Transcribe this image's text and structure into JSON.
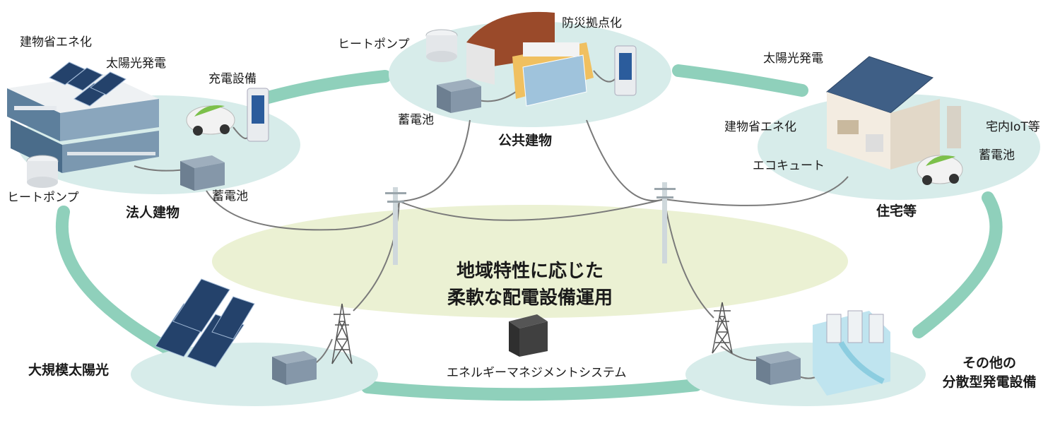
{
  "center": {
    "line1": "地域特性に応じた",
    "line2": "柔軟な配電設備運用",
    "ems_label": "エネルギーマネジメントシステム"
  },
  "corporate": {
    "title": "法人建物",
    "labels": {
      "energy_saving": "建物省エネ化",
      "solar": "太陽光発電",
      "charging": "充電設備",
      "heat_pump": "ヒートポンプ",
      "battery": "蓄電池"
    }
  },
  "public": {
    "title": "公共建物",
    "labels": {
      "heat_pump": "ヒートポンプ",
      "disaster": "防災拠点化",
      "battery": "蓄電池"
    }
  },
  "residential": {
    "title": "住宅等",
    "labels": {
      "solar": "太陽光発電",
      "energy_saving": "建物省エネ化",
      "iot": "宅内IoT等",
      "eco_cute": "エコキュート",
      "battery": "蓄電池"
    }
  },
  "large_solar": {
    "title": "大規模太陽光"
  },
  "distributed": {
    "title_line1": "その他の",
    "title_line2": "分散型発電設備"
  },
  "colors": {
    "ring": "#8fd0bb",
    "island": "#d7ecea",
    "center_ellipse": "#ebf1d3",
    "wire": "#7a7a7a"
  }
}
